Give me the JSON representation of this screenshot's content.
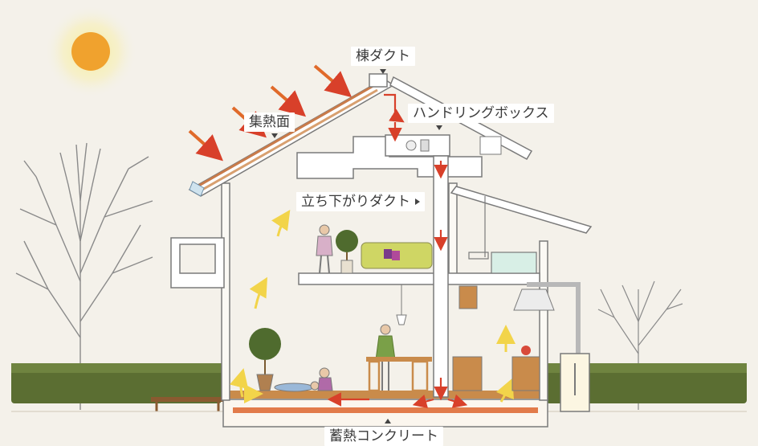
{
  "labels": {
    "ridge_duct": "棟ダクト",
    "collector_surface": "集熱面",
    "handling_box": "ハンドリングボックス",
    "downflow_duct": "立ち下がりダクト",
    "thermal_concrete": "蓄熱コンクリート"
  },
  "colors": {
    "background": "#f4f1ea",
    "sun": "#f0a22e",
    "sun_glow": "#f7eeb0",
    "warm_air": "#d8402a",
    "rising_air": "#f2d44a",
    "house_outline": "#7a7a7a",
    "hedge": "#5b6e32",
    "floor_wood": "#c98b4b",
    "concrete": "#e27b4a"
  },
  "icons": [
    "sun-icon",
    "sunray-arrow-icon",
    "airflow-arrow-icon",
    "tree-icon",
    "hedge-icon",
    "person-icon",
    "plant-icon",
    "sofa-icon"
  ]
}
